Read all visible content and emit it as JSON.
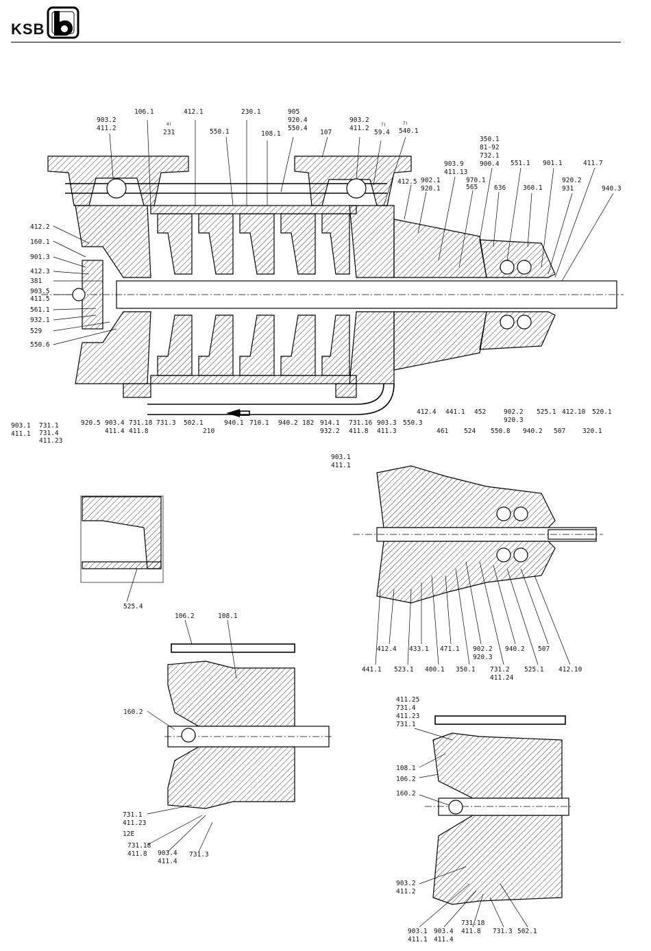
{
  "brand": {
    "name": "KSB"
  },
  "main_view_labels": {
    "top": [
      "106.1",
      "412.1",
      "230.1",
      "905",
      "920.4",
      "550.4",
      "903.2",
      "411.2",
      "4)",
      "231",
      "550.1",
      "108.1",
      "107",
      "903.2",
      "411.2",
      "7)",
      "59.4",
      "7)",
      "540.1",
      "350.1",
      "81-92",
      "732.1",
      "900.4",
      "551.1",
      "901.1",
      "411.7",
      "903.9",
      "411.13",
      "902.1",
      "920.1",
      "970.1",
      "565",
      "636",
      "360.1",
      "920.2",
      "931",
      "940.3",
      "412.5"
    ],
    "left": [
      "412.2",
      "160.1",
      "901.3",
      "412.3",
      "381",
      "903.5",
      "411.5",
      "561.1",
      "932.1",
      "529",
      "550.6"
    ],
    "bottom": [
      "903.1",
      "411.1",
      "731.1",
      "731.4",
      "411.23",
      "920.5",
      "903.4",
      "411.4",
      "731.18",
      "411.8",
      "731.3",
      "502.1",
      "210",
      "940.1",
      "710.1",
      "940.2",
      "182",
      "914.1",
      "932.2",
      "731.16",
      "411.8",
      "903.3",
      "411.3",
      "550.3",
      "412.4",
      "441.1",
      "452",
      "550.8",
      "524",
      "461",
      "902.2",
      "920.3",
      "940.2",
      "525.1",
      "507",
      "412.10",
      "320.1",
      "520.1",
      "903.1",
      "411.1"
    ]
  },
  "detail_a_labels": [
    "525.4"
  ],
  "detail_b_labels": [
    "441.1",
    "412.4",
    "523.1",
    "433.1",
    "400.1",
    "471.1",
    "350.1",
    "902.2",
    "920.3",
    "731.2",
    "411.24",
    "940.2",
    "525.1",
    "507",
    "412.10"
  ],
  "detail_c_labels": [
    "106.2",
    "108.1",
    "160.2",
    "731.1",
    "411.23",
    "12E",
    "731.18",
    "411.8",
    "903.4",
    "411.4",
    "731.3"
  ],
  "detail_d_labels": [
    "411.25",
    "731.4",
    "411.23",
    "731.1",
    "108.1",
    "106.2",
    "160.2",
    "903.2",
    "411.2",
    "903.1",
    "411.1",
    "903.4",
    "411.4",
    "731.18",
    "411.8",
    "731.3",
    "502.1"
  ]
}
